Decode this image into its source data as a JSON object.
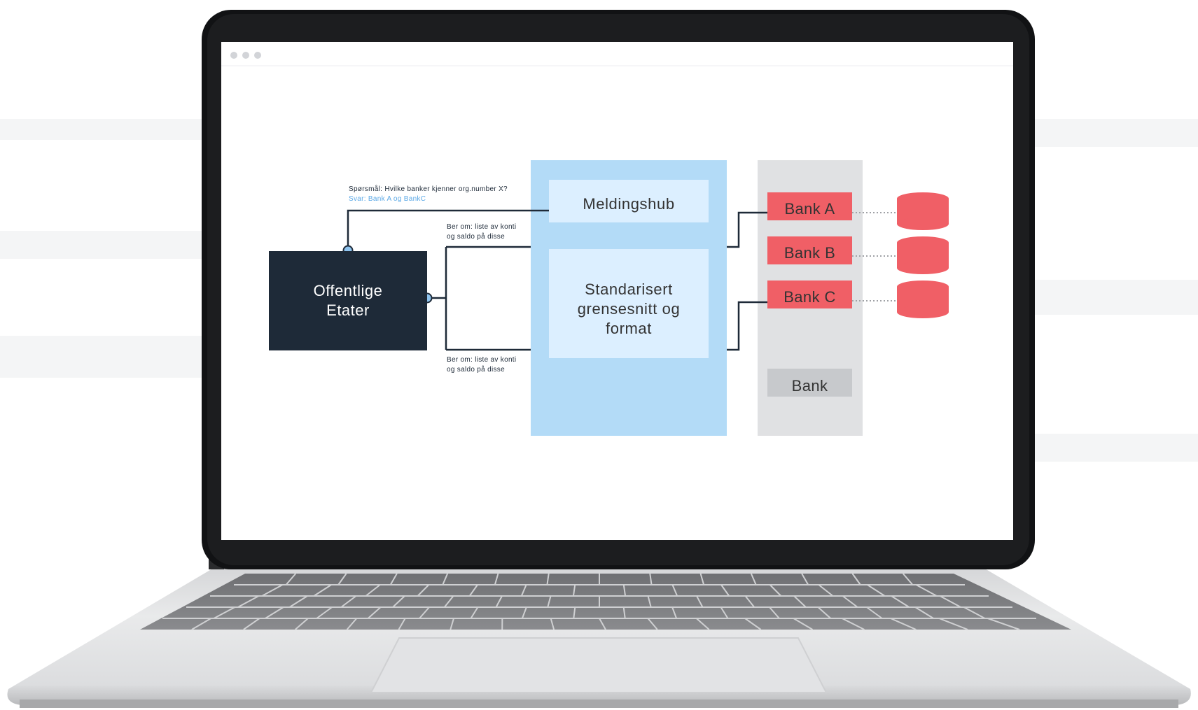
{
  "diagram": {
    "etater": {
      "line1": "Offentlige",
      "line2": "Etater"
    },
    "question": "Spørsmål: Hvilke banker kjenner org.number X?",
    "answer": "Svar: Bank A og BankC",
    "request_top": {
      "line1": "Ber om: liste av konti",
      "line2": "og saldo på disse"
    },
    "request_bottom": {
      "line1": "Ber om: liste av konti",
      "line2": "og saldo på disse"
    },
    "hub": "Meldingshub",
    "standard": {
      "line1": "Standarisert",
      "line2": "grensesnitt og",
      "line3": "format"
    },
    "banks": [
      "Bank A",
      "Bank B",
      "Bank C"
    ],
    "bank_generic": "Bank"
  },
  "colors": {
    "etater_bg": "#1e2a38",
    "hub_bg": "#b3dbf7",
    "hub_inner": "#dcefff",
    "bank_column": "#e0e1e3",
    "bank_red": "#f05f66",
    "bank_grey": "#c7c9cc",
    "answer_text": "#5aa8e6"
  }
}
